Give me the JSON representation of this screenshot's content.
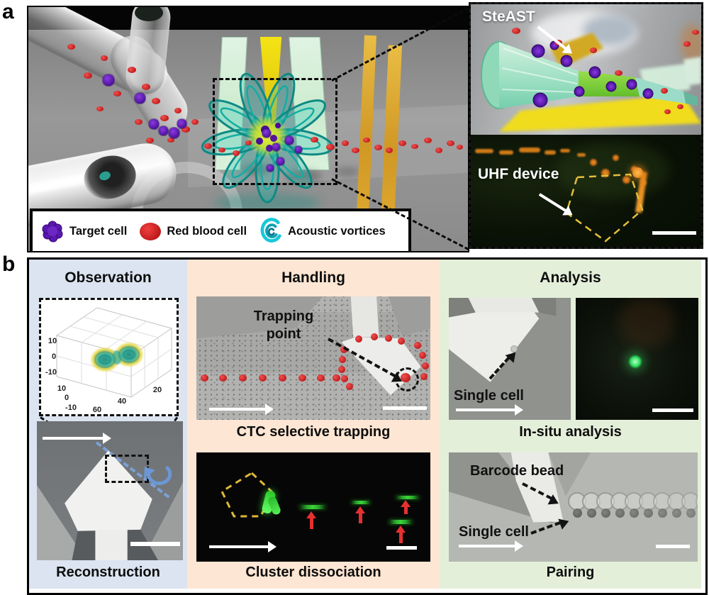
{
  "panel_labels": {
    "a": "a",
    "b": "b"
  },
  "panel_a": {
    "legend": {
      "items": [
        {
          "icon": "target-cell-icon",
          "label": "Target cell"
        },
        {
          "icon": "red-blood-cell-icon",
          "label": "Red blood cell"
        },
        {
          "icon": "acoustic-vortices-icon",
          "label": "Acoustic vortices"
        }
      ]
    },
    "inset": {
      "steast_label": "SteAST",
      "uhf_label": "UHF device"
    }
  },
  "panel_b": {
    "observation": {
      "title": "Observation",
      "caption": "Reconstruction",
      "plot": {
        "type": "3d-volume-rendering",
        "z_ticks": [
          "10",
          "0",
          "-10"
        ],
        "y_ticks": [
          "10",
          "0",
          "-10"
        ],
        "x_ticks": [
          "60",
          "40",
          "20"
        ]
      }
    },
    "handling": {
      "title": "Handling",
      "trapping": {
        "annotation": "Trapping point",
        "caption": "CTC selective trapping"
      },
      "dissociation": {
        "caption": "Cluster dissociation"
      }
    },
    "analysis": {
      "title": "Analysis",
      "insitu": {
        "annotation": "Single cell",
        "caption": "In-situ analysis"
      },
      "pairing": {
        "annotation_bead": "Barcode bead",
        "annotation_cell": "Single cell",
        "caption": "Pairing"
      }
    }
  },
  "colors": {
    "observation_bg": "#dbe4f0",
    "handling_bg": "#fde6d3",
    "analysis_bg": "#e4efda",
    "vortex_teal": "#14b8ac",
    "target_cell_purple": "#5a18b0",
    "rbc_red": "#d42a2a",
    "electrode_gold": "#e2b23a",
    "uhf_pentagon_yellow": "#e5be3c"
  }
}
